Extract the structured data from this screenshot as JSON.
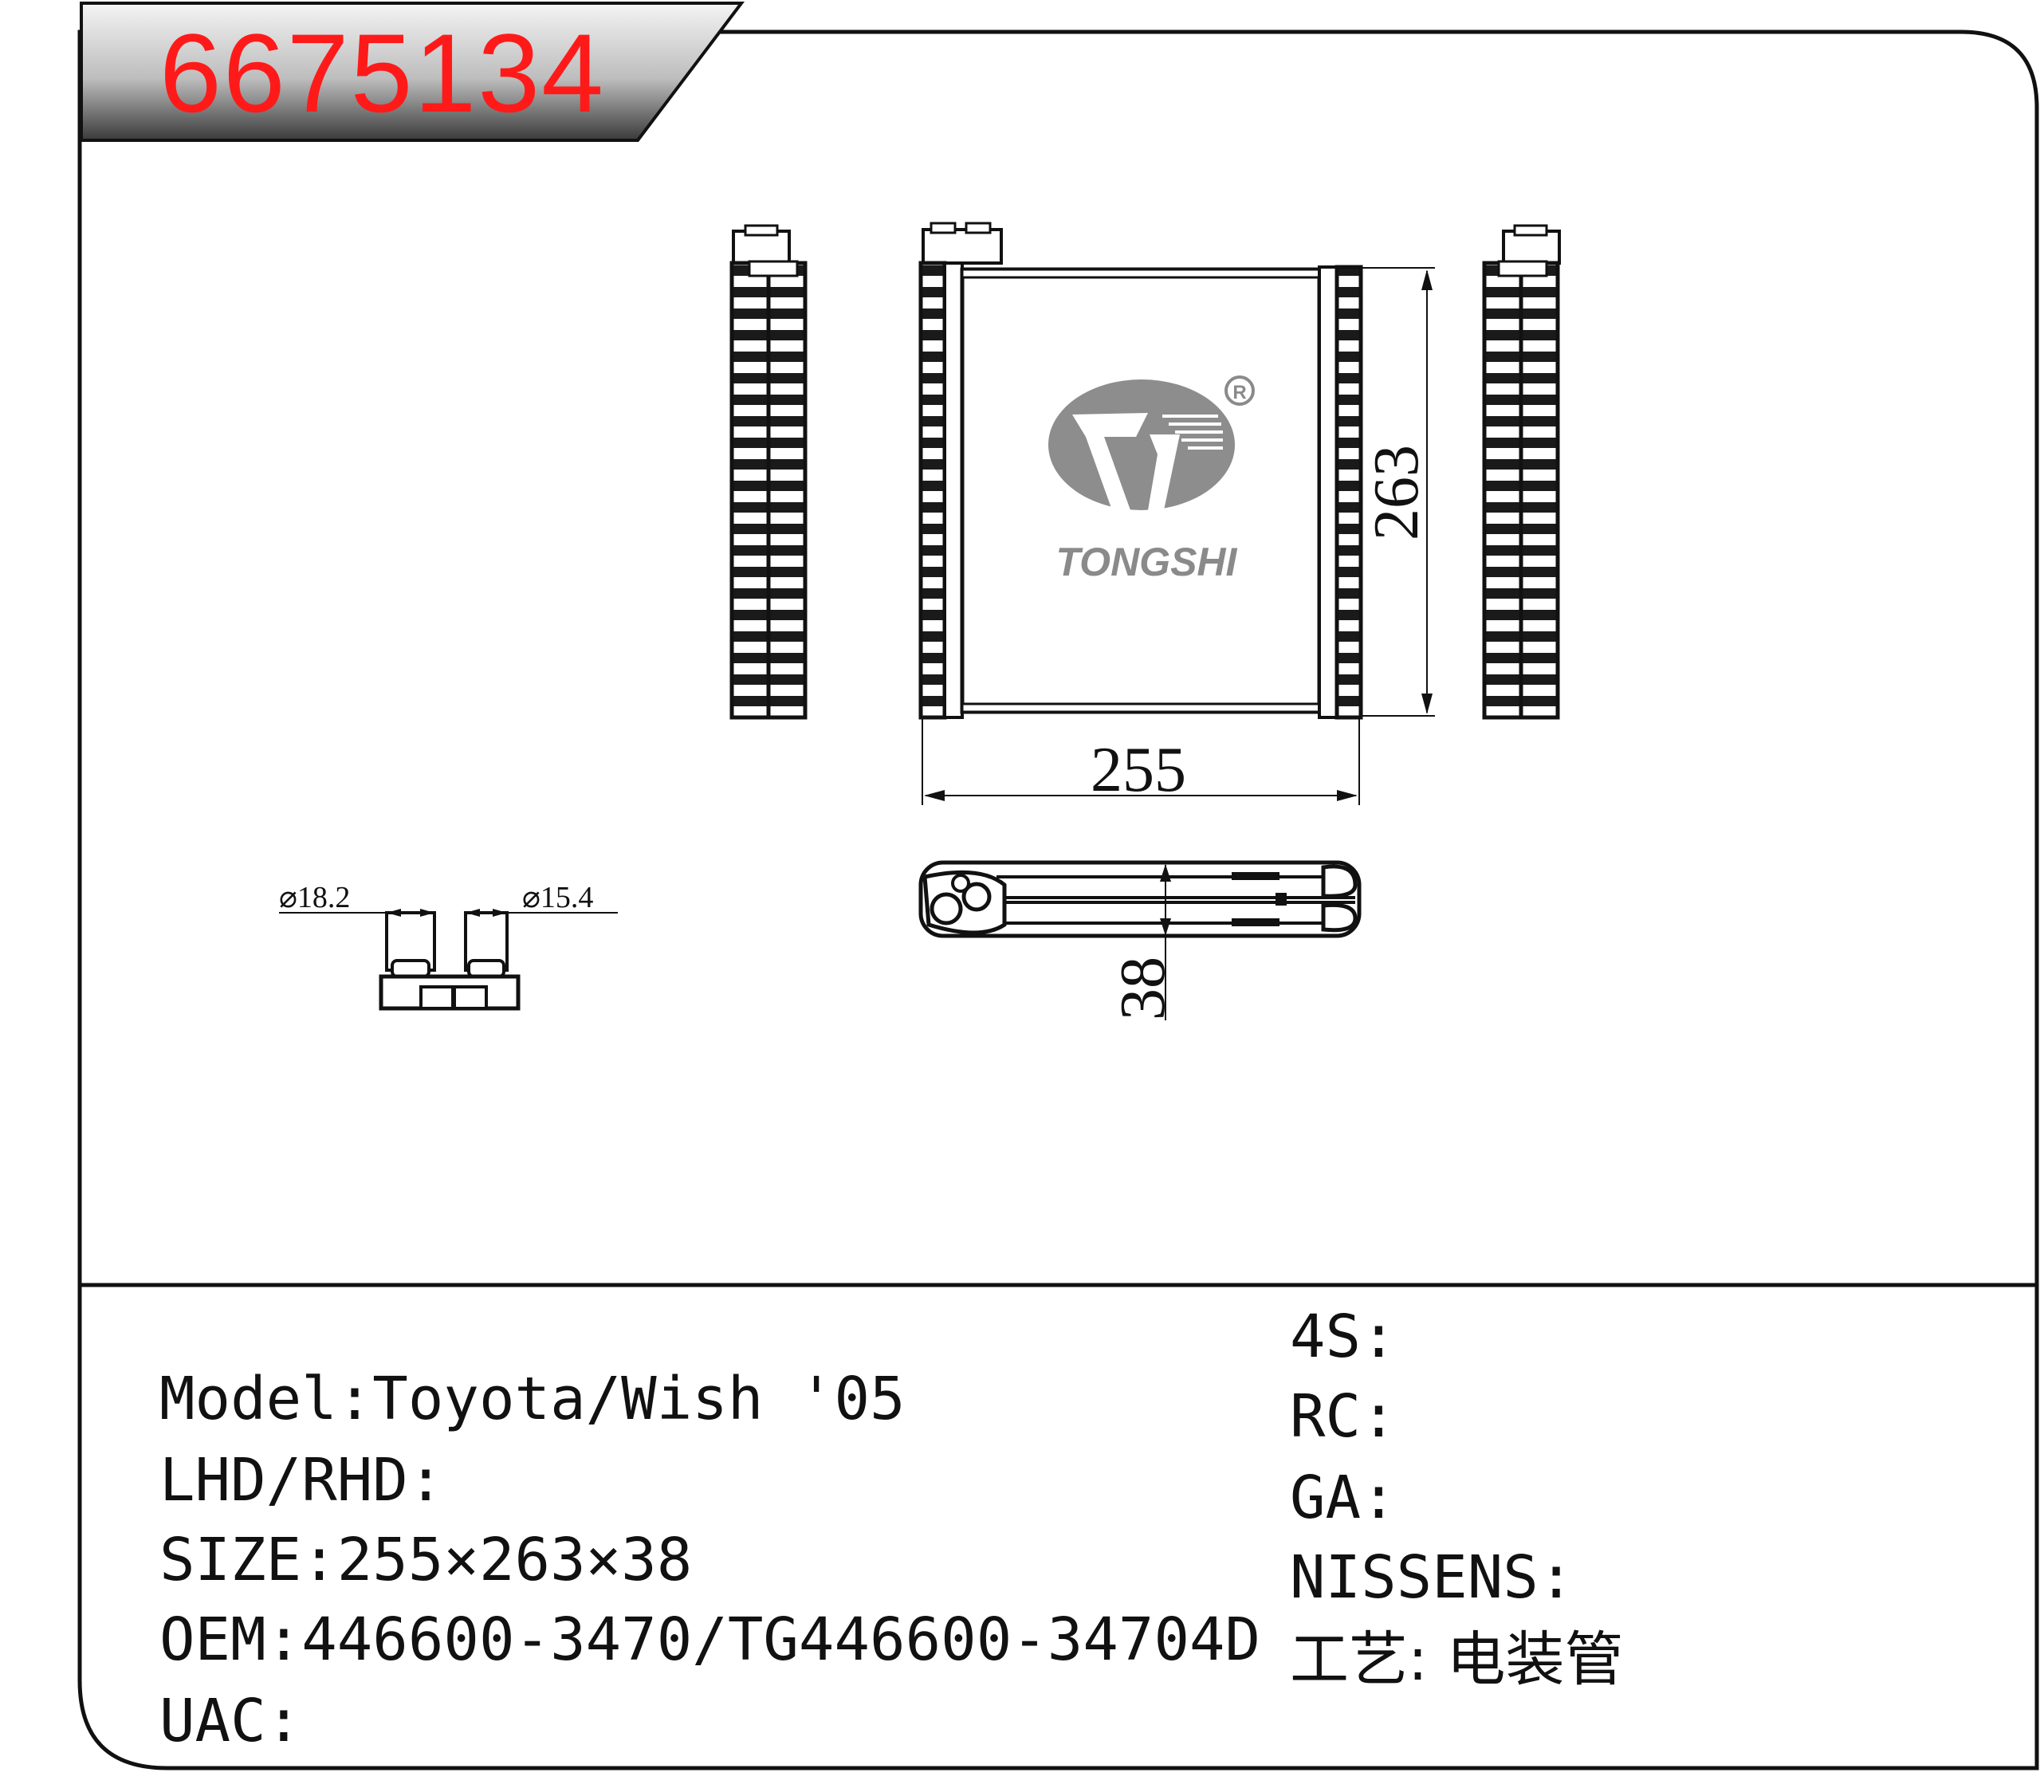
{
  "part_number": "6675134",
  "brand": {
    "wordmark": "TONGSHI",
    "registered_mark": "R"
  },
  "dimensions": {
    "width_label": "255",
    "height_label": "263",
    "depth_label": "38",
    "pipe_diameter_1": "⌀18.2",
    "pipe_diameter_2": "⌀15.4"
  },
  "specs_left": [
    {
      "key": "model",
      "text": "Model:Toyota/Wish '05"
    },
    {
      "key": "lhd_rhd",
      "text": "LHD/RHD:"
    },
    {
      "key": "size",
      "text": "SIZE:255×263×38"
    },
    {
      "key": "oem",
      "text": "OEM:446600-3470/TG446600-34704D"
    },
    {
      "key": "uac",
      "text": "UAC:"
    }
  ],
  "specs_right": [
    {
      "key": "4s",
      "text": "4S:"
    },
    {
      "key": "rc",
      "text": "RC:"
    },
    {
      "key": "ga",
      "text": "GA:"
    },
    {
      "key": "nissens",
      "text": "NISSENS:"
    },
    {
      "key": "process",
      "text": "工艺: 电装管"
    }
  ],
  "colors": {
    "part_number": "#ff1a1a",
    "line": "#111111",
    "logo_gray": "#8a8a8a",
    "header_tab_gradient_dark": "#3a3a3a",
    "header_tab_gradient_light": "#f2f2f2"
  }
}
